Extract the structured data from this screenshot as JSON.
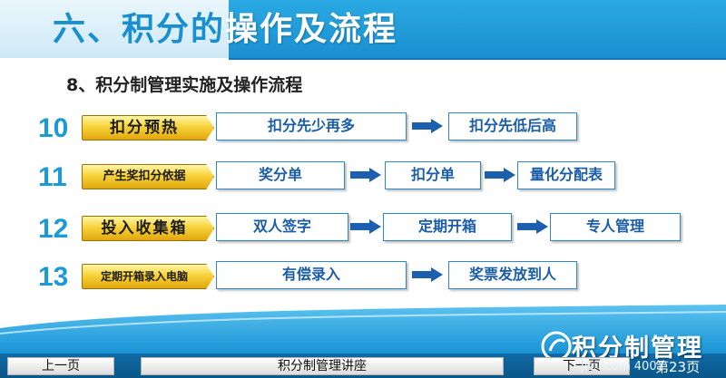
{
  "title": {
    "part1": "六、积分的",
    "part2": "操作及流程"
  },
  "subtitle": "8、积分制管理实施及操作流程",
  "rows": [
    {
      "num": "10",
      "stage": "扣分预热",
      "steps": [
        "扣分先少再多",
        "扣分先低后高"
      ]
    },
    {
      "num": "11",
      "stage": "产生奖扣分依据",
      "steps": [
        "奖分单",
        "扣分单",
        "量化分配表"
      ]
    },
    {
      "num": "12",
      "stage": "投入收集箱",
      "steps": [
        "双人签字",
        "定期开箱",
        "专人管理"
      ]
    },
    {
      "num": "13",
      "stage": "定期开箱录入电脑",
      "steps": [
        "有偿录入",
        "奖票发放到人"
      ]
    }
  ],
  "footer": {
    "prev": "上一页",
    "center": "积分制管理讲座",
    "next": "下一页",
    "page": "第23页",
    "brand": "积分制管理",
    "site": "jfz  l.com  4007"
  },
  "colors": {
    "accent": "#1a8fd0",
    "number": "#1a9ad8",
    "boxText": "#1a5ea8",
    "arrow": "#1b5fae",
    "gold": "#f2c21e"
  },
  "icons": {
    "brand": "brand-logo-icon",
    "arrow": "arrow-right-icon"
  }
}
